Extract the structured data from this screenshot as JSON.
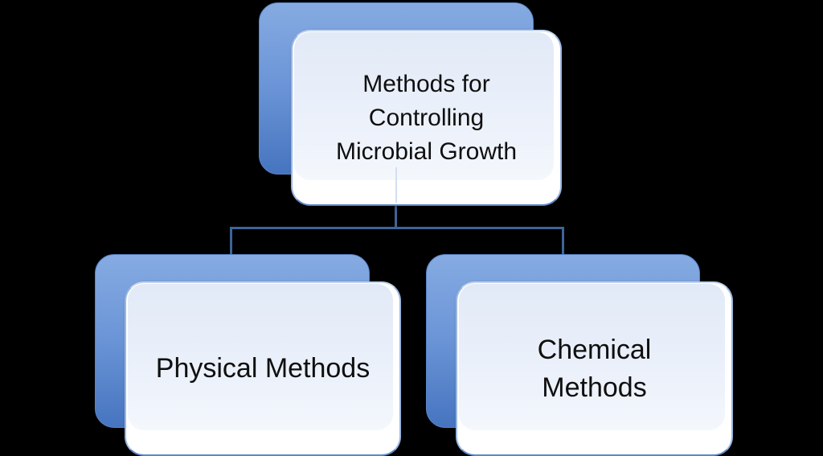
{
  "diagram": {
    "type": "hierarchy",
    "root": {
      "id": "methods-root",
      "label": "Methods for Controlling Microbial Growth",
      "lines": [
        "Methods for",
        "Controlling",
        "Microbial Growth"
      ]
    },
    "children": [
      {
        "id": "physical-methods",
        "label": "Physical Methods",
        "lines": [
          "Physical Methods"
        ]
      },
      {
        "id": "chemical-methods",
        "label": "Chemical Methods",
        "lines": [
          "Chemical",
          "Methods"
        ]
      }
    ]
  },
  "colors": {
    "background": "#000000",
    "back_box_top": "#86abe2",
    "back_box_bottom": "#4674bf",
    "front_box_top": "#e2eaf7",
    "front_box_bottom": "#ffffff",
    "front_border": "#9bb7e0",
    "front_border_bottom": "#5d88c3",
    "back_border": "#5984c6",
    "connector": "#3f6498",
    "text": "#0f0f0f"
  }
}
